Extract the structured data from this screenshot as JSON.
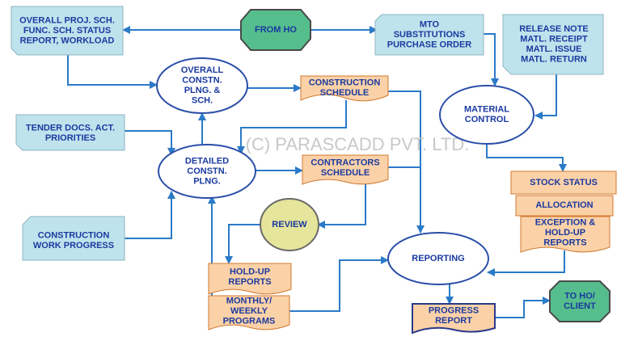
{
  "colors": {
    "blue_box": "#bfe3ec",
    "orange_box": "#fbd1a7",
    "green_oct": "#55be8c",
    "review_fill": "#e5e59b",
    "text": "#1a3aa0",
    "arrow": "#2a7ac8",
    "watermark": "#c8c8c8"
  },
  "watermark": "(C) PARASCADD PVT. LTD.",
  "nodes": {
    "from_ho": [
      "FROM HO"
    ],
    "to_ho_client": [
      "TO HO/",
      "CLIENT"
    ],
    "overall_proj": [
      "OVERALL PROJ. SCH.",
      "FUNC. SCH. STATUS",
      "REPORT, WORKLOAD"
    ],
    "mto": [
      "MTO",
      "SUBSTITUTIONS",
      "PURCHASE ORDER"
    ],
    "release_note": [
      "RELEASE NOTE",
      "MATL. RECEIPT",
      "MATL. ISSUE",
      "MATL. RETURN"
    ],
    "tender_docs": [
      "TENDER DOCS. ACT.",
      "PRIORITIES"
    ],
    "construction_work_progress": [
      "CONSTRUCTION",
      "WORK PROGRESS"
    ],
    "overall_constn": [
      "OVERALL",
      "CONSTN.",
      "PLNG. &",
      "SCH."
    ],
    "detailed_constn": [
      "DETAILED",
      "CONSTN.",
      "PLNG."
    ],
    "material_control": [
      "MATERIAL",
      "CONTROL"
    ],
    "reporting": [
      "REPORTING"
    ],
    "review": [
      "REVIEW"
    ],
    "construction_schedule": [
      "CONSTRUCTION",
      "SCHEDULE"
    ],
    "contractors_schedule": [
      "CONTRACTORS",
      "SCHEDULE"
    ],
    "stock_status": [
      "STOCK STATUS"
    ],
    "allocation": [
      "ALLOCATION"
    ],
    "exception": [
      "EXCEPTION &",
      "HOLD-UP",
      "REPORTS"
    ],
    "hold_up_reports": [
      "HOLD-UP",
      "REPORTS"
    ],
    "monthly_weekly": [
      "MONTHLY/",
      "WEEKLY",
      "PROGRAMS"
    ],
    "progress_report": [
      "PROGRESS",
      "REPORT"
    ]
  }
}
